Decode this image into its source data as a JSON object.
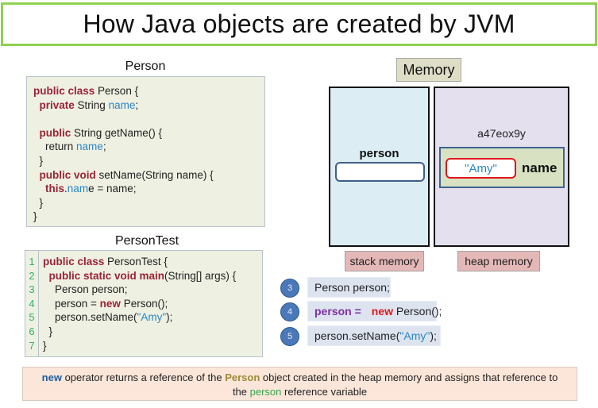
{
  "title": "How Java objects are created by JVM",
  "person_class": {
    "caption": "Person",
    "lines": [
      [
        {
          "t": "public class ",
          "c": "kw"
        },
        {
          "t": "Person {",
          "c": ""
        }
      ],
      [
        {
          "t": "  ",
          "c": ""
        },
        {
          "t": "private ",
          "c": "kw"
        },
        {
          "t": "String ",
          "c": ""
        },
        {
          "t": "name",
          "c": "fld"
        },
        {
          "t": ";",
          "c": ""
        }
      ],
      [
        {
          "t": "",
          "c": ""
        }
      ],
      [
        {
          "t": "  ",
          "c": ""
        },
        {
          "t": "public ",
          "c": "kw"
        },
        {
          "t": "String getName() {",
          "c": ""
        }
      ],
      [
        {
          "t": "    return ",
          "c": ""
        },
        {
          "t": "name",
          "c": "fld"
        },
        {
          "t": ";",
          "c": ""
        }
      ],
      [
        {
          "t": "  }",
          "c": ""
        }
      ],
      [
        {
          "t": "  ",
          "c": ""
        },
        {
          "t": "public void ",
          "c": "kw"
        },
        {
          "t": "setName(String name) {",
          "c": ""
        }
      ],
      [
        {
          "t": "    ",
          "c": ""
        },
        {
          "t": "this",
          "c": "kw"
        },
        {
          "t": ".",
          "c": ""
        },
        {
          "t": "nam",
          "c": "fld"
        },
        {
          "t": "e = name;",
          "c": ""
        }
      ],
      [
        {
          "t": "  }",
          "c": ""
        }
      ],
      [
        {
          "t": "}",
          "c": ""
        }
      ]
    ]
  },
  "person_test_class": {
    "caption": "PersonTest",
    "line_numbers": [
      "1",
      "2",
      "3",
      "4",
      "5",
      "6",
      "7"
    ],
    "lines": [
      [
        {
          "t": "public class ",
          "c": "kw"
        },
        {
          "t": "PersonTest {",
          "c": ""
        }
      ],
      [
        {
          "t": "  ",
          "c": ""
        },
        {
          "t": "public static void main",
          "c": "kw"
        },
        {
          "t": "(String[] args) {",
          "c": ""
        }
      ],
      [
        {
          "t": "    Person person;",
          "c": ""
        }
      ],
      [
        {
          "t": "    person = ",
          "c": ""
        },
        {
          "t": "new ",
          "c": "newkw"
        },
        {
          "t": "Person();",
          "c": ""
        }
      ],
      [
        {
          "t": "    person.setName(",
          "c": ""
        },
        {
          "t": "\"Amy\"",
          "c": "str"
        },
        {
          "t": ");",
          "c": ""
        }
      ],
      [
        {
          "t": "  }",
          "c": ""
        }
      ],
      [
        {
          "t": "}",
          "c": ""
        }
      ]
    ]
  },
  "memory": {
    "label": "Memory",
    "stack": {
      "variable_label": "person",
      "type_label": "stack memory"
    },
    "heap": {
      "object_address": "a47eox9y",
      "field_value": "\"Amy\"",
      "field_name": "name",
      "type_label": "heap memory"
    }
  },
  "steps": [
    {
      "number": "3",
      "parts": [
        {
          "t": "Person person;",
          "c": ""
        }
      ]
    },
    {
      "number": "4",
      "parts": [
        {
          "t": "person =",
          "c": "purple"
        },
        {
          "t": "|",
          "c": "divider"
        },
        {
          "t": "new",
          "c": "red-new"
        },
        {
          "t": " Person();",
          "c": ""
        }
      ]
    },
    {
      "number": "5",
      "parts": [
        {
          "t": "person.setName(",
          "c": ""
        },
        {
          "t": "\"Amy\"",
          "c": "str"
        },
        {
          "t": ");",
          "c": ""
        }
      ]
    }
  ],
  "note": {
    "parts": [
      {
        "t": "new",
        "c": "blue"
      },
      {
        "t": " operator returns a reference of the ",
        "c": ""
      },
      {
        "t": "Person",
        "c": "olive"
      },
      {
        "t": " object created in the heap memory and assigns that reference to",
        "c": ""
      },
      {
        "t": "\n",
        "c": "br"
      },
      {
        "t": "the ",
        "c": ""
      },
      {
        "t": "person",
        "c": "green"
      },
      {
        "t": " reference variable",
        "c": ""
      }
    ]
  },
  "colors": {
    "title_border": "#8fd14f",
    "keyword": "#9b2335",
    "field": "#2a86c9",
    "line_number": "#2fb36a",
    "stack_bg": "#dcedf4",
    "heap_bg": "#e4e0ee",
    "object_bg": "#d8e2c3",
    "value_border": "#e0161d",
    "step_circle": "#4a78b8",
    "note_bg": "#fbe6d9"
  }
}
